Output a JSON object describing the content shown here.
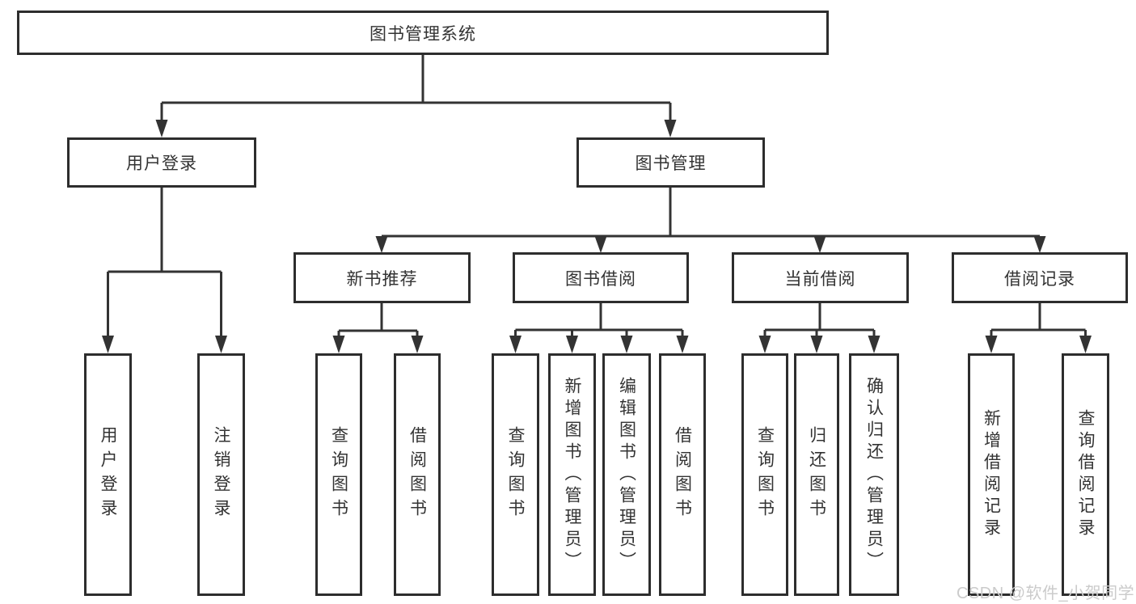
{
  "diagram": {
    "root": {
      "label": "图书管理系统"
    },
    "level2": {
      "user_login": {
        "label": "用户登录"
      },
      "book_mgmt": {
        "label": "图书管理"
      }
    },
    "level3": {
      "new_book_rec": {
        "label": "新书推荐"
      },
      "book_borrow": {
        "label": "图书借阅"
      },
      "current_borrow": {
        "label": "当前借阅"
      },
      "borrow_records": {
        "label": "借阅记录"
      }
    },
    "leaves": {
      "user_login_1": {
        "label": "用户登录"
      },
      "user_login_2": {
        "label": "注销登录"
      },
      "new_book_1": {
        "label": "查询图书"
      },
      "new_book_2": {
        "label": "借阅图书"
      },
      "book_borrow_1": {
        "label": "查询图书"
      },
      "book_borrow_2": {
        "label": "新增图书（管理员）"
      },
      "book_borrow_3": {
        "label": "编辑图书（管理员）"
      },
      "book_borrow_4": {
        "label": "借阅图书"
      },
      "current_borrow_1": {
        "label": "查询图书"
      },
      "current_borrow_2": {
        "label": "归还图书"
      },
      "current_borrow_3": {
        "label": "确认归还（管理员）"
      },
      "borrow_records_1": {
        "label": "新增借阅记录"
      },
      "borrow_records_2": {
        "label": "查询借阅记录"
      }
    }
  },
  "watermark": {
    "text": "CSDN @软件_小贺同学"
  },
  "colors": {
    "line": "#333333",
    "box_border": "#2d2d2d",
    "text": "#333333",
    "watermark": "#cbcbcb",
    "background": "#ffffff"
  }
}
